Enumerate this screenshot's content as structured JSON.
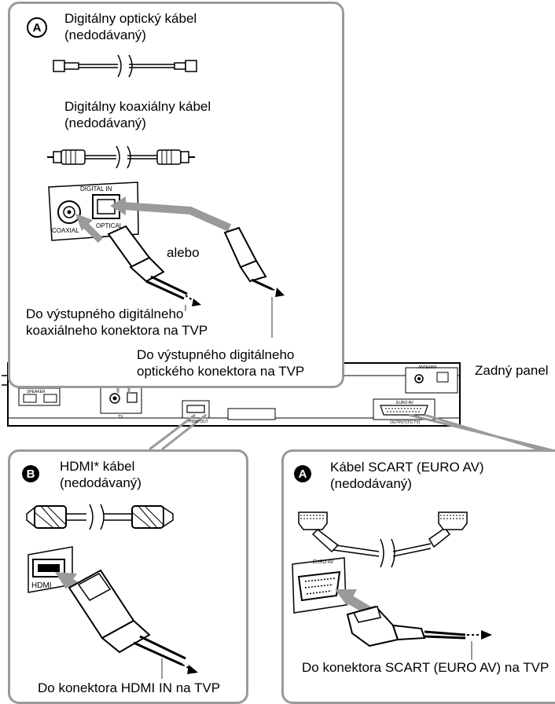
{
  "panel_a_top": {
    "badge": "A",
    "optical_cable_line1": "Digitálny optický kábel",
    "optical_cable_line2": "(nedodávaný)",
    "coax_cable_line1": "Digitálny koaxiálny kábel",
    "coax_cable_line2": "(nedodávaný)",
    "jack_label_digital_in": "DIGITAL IN",
    "jack_label_coaxial": "COAXIAL",
    "jack_label_optical": "OPTICAL",
    "or_label": "alebo",
    "coax_dest_line1": "Do výstupného digitálneho",
    "coax_dest_line2": "koaxiálneho konektora na TVP",
    "optical_dest_line1": "Do výstupného digitálneho",
    "optical_dest_line2": "optického konektora na TVP"
  },
  "rear_panel": {
    "label": "Zadný panel",
    "antenna_label": "ANTENNA",
    "speaker_label": "SPEAKER",
    "tv_label": "TV",
    "hdmi_out_label": "HDMI OUT",
    "euro_av_label": "EURO AV",
    "output_label": "OUTPUT(TO TV)"
  },
  "panel_b": {
    "badge": "B",
    "cable_line1": "HDMI* kábel",
    "cable_line2": "(nedodávaný)",
    "jack_label": "HDMI",
    "dest": "Do konektora HDMI IN na TVP"
  },
  "panel_a_bottom": {
    "badge": "A",
    "cable_line1": "Kábel SCART (EURO AV)",
    "cable_line2": "(nedodávaný)",
    "jack_label": "EURO AV",
    "dest": "Do konektora SCART (EURO AV) na TVP"
  },
  "colors": {
    "frame_gray": "#9a9a9a",
    "arrow_gray": "#9a9a9a",
    "line_black": "#000000"
  }
}
